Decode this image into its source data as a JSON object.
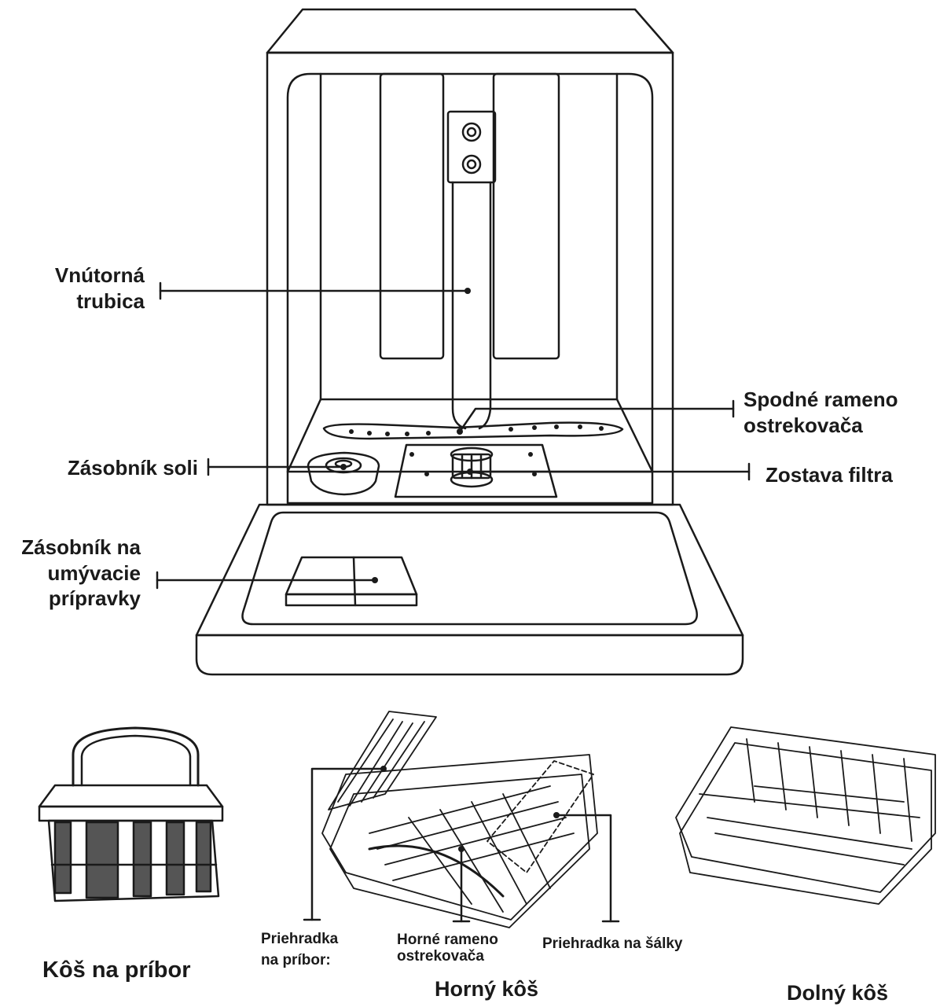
{
  "labels": {
    "inner_tube": [
      "Vnútorná",
      "trubica"
    ],
    "lower_spray_arm": [
      "Spodné rameno",
      "ostrekovača"
    ],
    "salt_container": "Zásobník soli",
    "filter_assembly": "Zostava filtra",
    "detergent_dispenser": [
      "Zásobník na",
      "umývacie",
      "prípravky"
    ],
    "cutlery_tray": [
      "Priehradka",
      "na príbor:"
    ],
    "upper_spray_arm": [
      "Horné rameno",
      "ostrekovača"
    ],
    "cup_shelf": "Priehradka na šálky"
  },
  "captions": {
    "cutlery_basket": "Kôš na príbor",
    "upper_basket": "Horný kôš",
    "lower_basket": "Dolný kôš"
  },
  "colors": {
    "line": "#1a1a1a",
    "background": "#ffffff"
  }
}
